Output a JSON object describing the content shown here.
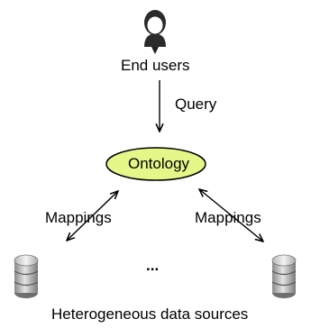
{
  "users": {
    "label": "End users"
  },
  "query": {
    "label": "Query"
  },
  "ontology": {
    "label": "Ontology",
    "fill": "#e6f78a",
    "stroke": "#000000"
  },
  "mappings": {
    "left_label": "Mappings",
    "right_label": "Mappings"
  },
  "sources": {
    "ellipsis": "...",
    "caption": "Heterogeneous data sources"
  },
  "icons": {
    "user": "user-icon",
    "database": "database-icon"
  }
}
